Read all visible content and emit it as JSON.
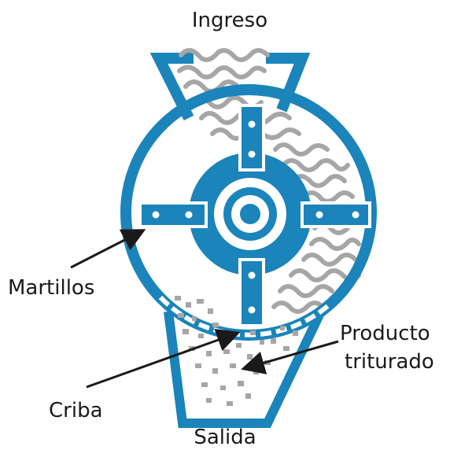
{
  "labels": {
    "ingreso": "Ingreso",
    "martillos": "Martillos",
    "producto_line1": "Producto",
    "producto_line2": "triturado",
    "criba": "Criba",
    "salida": "Salida"
  },
  "colors": {
    "blue": "#1a84bb",
    "white": "#ffffff",
    "gray": "#a6a6a6",
    "text": "#1a1a1a"
  }
}
